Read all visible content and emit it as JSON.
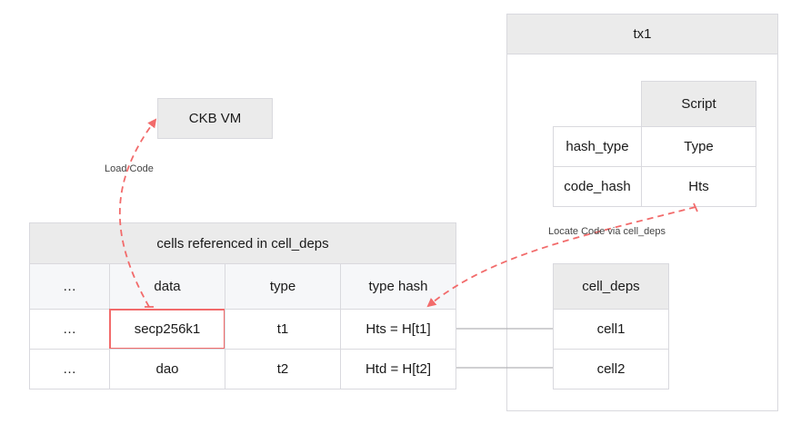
{
  "vm": {
    "label": "CKB VM"
  },
  "cells_table": {
    "title": "cells referenced in cell_deps",
    "headers": [
      "…",
      "data",
      "type",
      "type hash"
    ],
    "rows": [
      [
        "…",
        "secp256k1",
        "t1",
        "Hts = H[t1]"
      ],
      [
        "…",
        "dao",
        "t2",
        "Htd = H[t2]"
      ]
    ]
  },
  "tx": {
    "title": "tx1",
    "script": {
      "header": "Script",
      "rows": [
        {
          "key": "hash_type",
          "value": "Type"
        },
        {
          "key": "code_hash",
          "value": "Hts"
        }
      ]
    },
    "cell_deps": {
      "header": "cell_deps",
      "items": [
        "cell1",
        "cell2"
      ]
    }
  },
  "edges": {
    "load_code": "Load Code",
    "locate_code": "Locate Code via cell_deps"
  },
  "colors": {
    "accent": "#f26b6b",
    "header": "#ebebeb",
    "border": "#d9d9de"
  }
}
